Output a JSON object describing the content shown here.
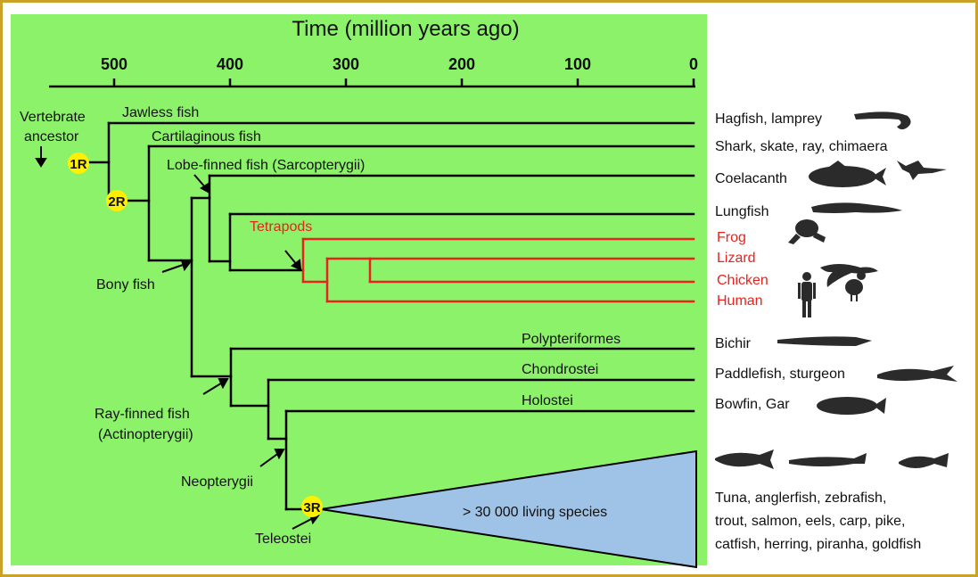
{
  "colors": {
    "frame": "#c9a227",
    "panel": "#8cf26a",
    "branch": "#000000",
    "tetrapod_branch": "#e8231e",
    "duplication_marker": "#ffef00",
    "teleost_triangle": "#9ec3e6"
  },
  "axis": {
    "title": "Time (million years ago)",
    "ticks": [
      "500",
      "400",
      "300",
      "200",
      "100",
      "0"
    ],
    "tick_values": [
      500,
      400,
      300,
      200,
      100,
      0
    ]
  },
  "ancestor": {
    "line1": "Vertebrate",
    "line2": "ancestor"
  },
  "duplications": {
    "r1": "1R",
    "r2": "2R",
    "r3": "3R"
  },
  "clades": {
    "jawless": "Jawless fish",
    "cartilaginous": "Cartilaginous fish",
    "lobe_finned": "Lobe-finned fish (Sarcopterygii)",
    "tetrapods": "Tetrapods",
    "bony": "Bony fish",
    "ray_finned_1": "Ray-finned fish",
    "ray_finned_2": "(Actinopterygii)",
    "polypteriformes": "Polypteriformes",
    "chondrostei": "Chondrostei",
    "holostei": "Holostei",
    "neopterygii": "Neopterygii",
    "teleostei": "Teleostei",
    "living_species": "> 30 000 living species"
  },
  "taxa": {
    "hagfish": "Hagfish, lamprey",
    "shark": "Shark, skate, ray, chimaera",
    "coelacanth": "Coelacanth",
    "lungfish": "Lungfish",
    "frog": "Frog",
    "lizard": "Lizard",
    "chicken": "Chicken",
    "human": "Human",
    "bichir": "Bichir",
    "paddlefish": "Paddlefish, sturgeon",
    "bowfin": "Bowfin, Gar",
    "teleost_1": "Tuna, anglerfish, zebrafish,",
    "teleost_2": "trout, salmon, eels, carp, pike,",
    "teleost_3": "catfish, herring, piranha, goldfish"
  },
  "silhouettes": [
    "hagfish-icon",
    "shark-icon",
    "coelacanth-icon",
    "lungfish-icon",
    "frog-icon",
    "lizard-icon",
    "human-icon",
    "chicken-icon",
    "bichir-icon",
    "sturgeon-icon",
    "bowfin-icon",
    "teleost-fish-icon"
  ]
}
